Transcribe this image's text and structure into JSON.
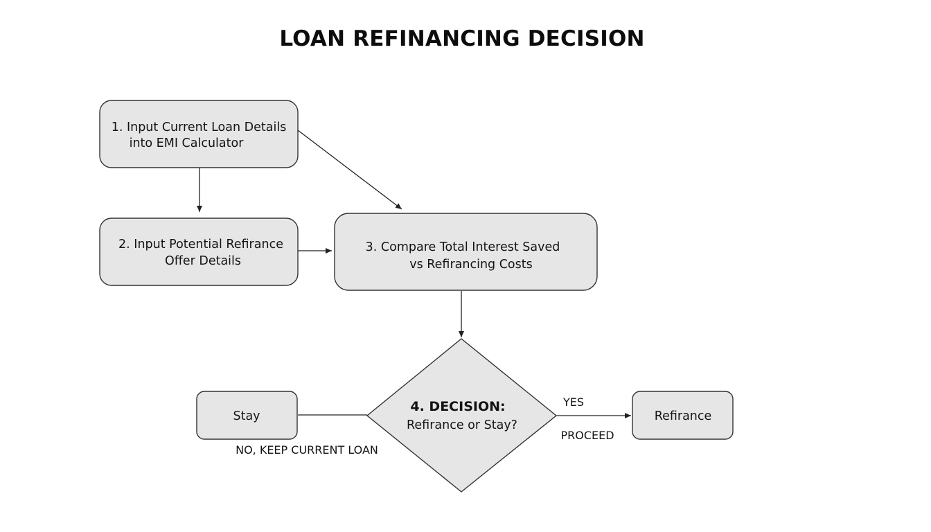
{
  "title": "LOAN REFINANCING DECISION",
  "nodes": {
    "step1": {
      "line1": "1. Input Current Loan Details",
      "line2": "into EMI Calculator"
    },
    "step2": {
      "line1": "2. Input Potential Refirance",
      "line2": "Offer Details"
    },
    "step3": {
      "line1": "3. Compare Total Interest Saved",
      "line2": "vs Refirancing Costs"
    },
    "decision": {
      "line1": "4. DECISION:",
      "line2": "Refirance or Stay?"
    },
    "stay": {
      "label": "Stay"
    },
    "refinance": {
      "label": "Refirance"
    }
  },
  "edge_labels": {
    "no": "NO, KEEP CURRENT LOAN",
    "yes": "YES",
    "proceed": "PROCEED"
  },
  "colors": {
    "node_fill": "#e6e6e6",
    "node_stroke": "#333333",
    "edge": "#222222",
    "background": "#ffffff"
  }
}
